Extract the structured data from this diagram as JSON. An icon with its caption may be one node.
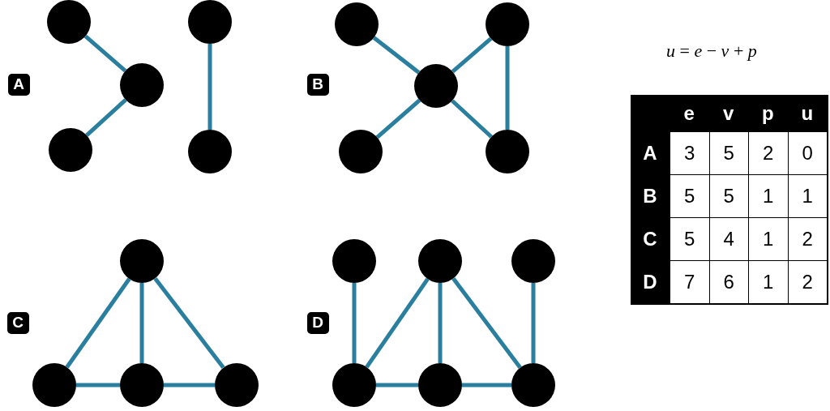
{
  "diagram": {
    "nodes": [
      {
        "text": [
          "A"
        ]
      },
      {
        "text": [],
        "shape": "circle"
      },
      {
        "text": [],
        "shape": "circle"
      },
      {
        "text": [],
        "shape": "circle"
      },
      {
        "text": [],
        "shape": "circle"
      },
      {
        "text": [],
        "shape": "circle"
      },
      {
        "text": [
          "B"
        ]
      },
      {
        "text": [],
        "shape": "circle"
      },
      {
        "text": [],
        "shape": "circle"
      },
      {
        "text": [],
        "shape": "circle"
      },
      {
        "text": [],
        "shape": "circle"
      },
      {
        "text": [],
        "shape": "circle"
      },
      {
        "text": [
          "C"
        ]
      },
      {
        "text": [],
        "shape": "circle"
      },
      {
        "text": [],
        "shape": "circle"
      },
      {
        "text": [],
        "shape": "circle"
      },
      {
        "text": [],
        "shape": "circle"
      },
      {
        "text": [
          "D"
        ]
      },
      {
        "text": [],
        "shape": "circle"
      },
      {
        "text": [],
        "shape": "circle"
      },
      {
        "text": [],
        "shape": "circle"
      },
      {
        "text": [],
        "shape": "circle"
      },
      {
        "text": [],
        "shape": "circle"
      },
      {
        "text": [],
        "shape": "circle"
      }
    ],
    "edges": [
      {
        "from": 1,
        "to": 2,
        "arrow": "none"
      },
      {
        "from": 2,
        "to": 3,
        "arrow": "none"
      },
      {
        "from": 4,
        "to": 5,
        "arrow": "none"
      },
      {
        "from": 7,
        "to": 9,
        "arrow": "none"
      },
      {
        "from": 8,
        "to": 9,
        "arrow": "none"
      },
      {
        "from": 9,
        "to": 10,
        "arrow": "none"
      },
      {
        "from": 9,
        "to": 11,
        "arrow": "none"
      },
      {
        "from": 8,
        "to": 11,
        "arrow": "none"
      },
      {
        "from": 13,
        "to": 14,
        "arrow": "none"
      },
      {
        "from": 13,
        "to": 15,
        "arrow": "none"
      },
      {
        "from": 13,
        "to": 16,
        "arrow": "none"
      },
      {
        "from": 14,
        "to": 15,
        "arrow": "none"
      },
      {
        "from": 15,
        "to": 16,
        "arrow": "none"
      },
      {
        "from": 18,
        "to": 21,
        "arrow": "none"
      },
      {
        "from": 19,
        "to": 21,
        "arrow": "none"
      },
      {
        "from": 19,
        "to": 22,
        "arrow": "none"
      },
      {
        "from": 19,
        "to": 23,
        "arrow": "none"
      },
      {
        "from": 20,
        "to": 23,
        "arrow": "none"
      },
      {
        "from": 21,
        "to": 22,
        "arrow": "none"
      },
      {
        "from": 22,
        "to": 23,
        "arrow": "none"
      }
    ],
    "labels": [
      "*u* = *e* − *v* + *p*",
      "e",
      "v",
      "p",
      "u",
      "A",
      "3",
      "5",
      "2",
      "0",
      "B",
      "5",
      "5",
      "1",
      "1",
      "C",
      "5",
      "4",
      "1",
      "2",
      "D",
      "7",
      "6",
      "1",
      "2"
    ]
  }
}
